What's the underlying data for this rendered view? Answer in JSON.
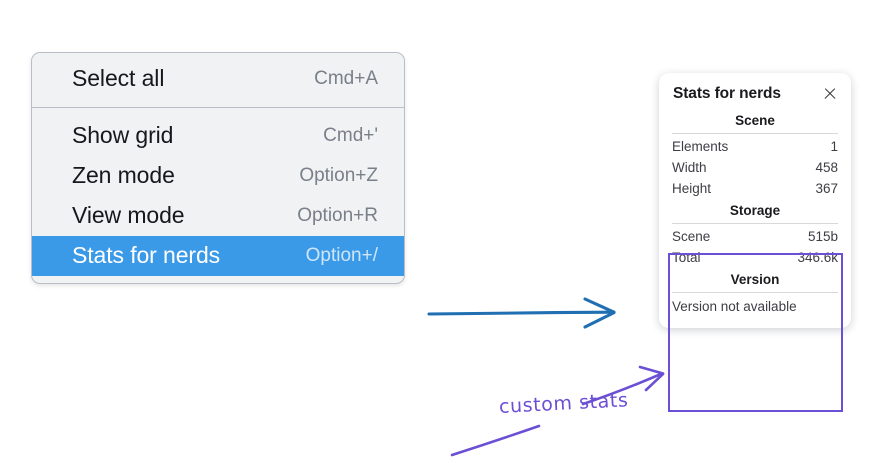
{
  "context_menu": {
    "groups": [
      {
        "items": [
          {
            "label": "Select all",
            "shortcut": "Cmd+A",
            "selected": false
          }
        ]
      },
      {
        "items": [
          {
            "label": "Show grid",
            "shortcut": "Cmd+'",
            "selected": false
          },
          {
            "label": "Zen mode",
            "shortcut": "Option+Z",
            "selected": false
          },
          {
            "label": "View mode",
            "shortcut": "Option+R",
            "selected": false
          },
          {
            "label": "Stats for nerds",
            "shortcut": "Option+/",
            "selected": true
          }
        ]
      }
    ],
    "highlight_color": "#3b9ae8"
  },
  "stats_panel": {
    "title": "Stats for nerds",
    "close_icon": "close-icon",
    "sections": [
      {
        "heading": "Scene",
        "rows": [
          {
            "key": "Elements",
            "value": "1"
          },
          {
            "key": "Width",
            "value": "458"
          },
          {
            "key": "Height",
            "value": "367"
          }
        ]
      },
      {
        "heading": "Storage",
        "rows": [
          {
            "key": "Scene",
            "value": "515b"
          },
          {
            "key": "Total",
            "value": "346.6k"
          }
        ]
      },
      {
        "heading": "Version",
        "note": "Version not available",
        "rows": []
      }
    ]
  },
  "annotations": {
    "highlight_color": "#6b4fd4",
    "arrow_color": "#1f6fb2",
    "custom_stats_label": "custom stats"
  }
}
